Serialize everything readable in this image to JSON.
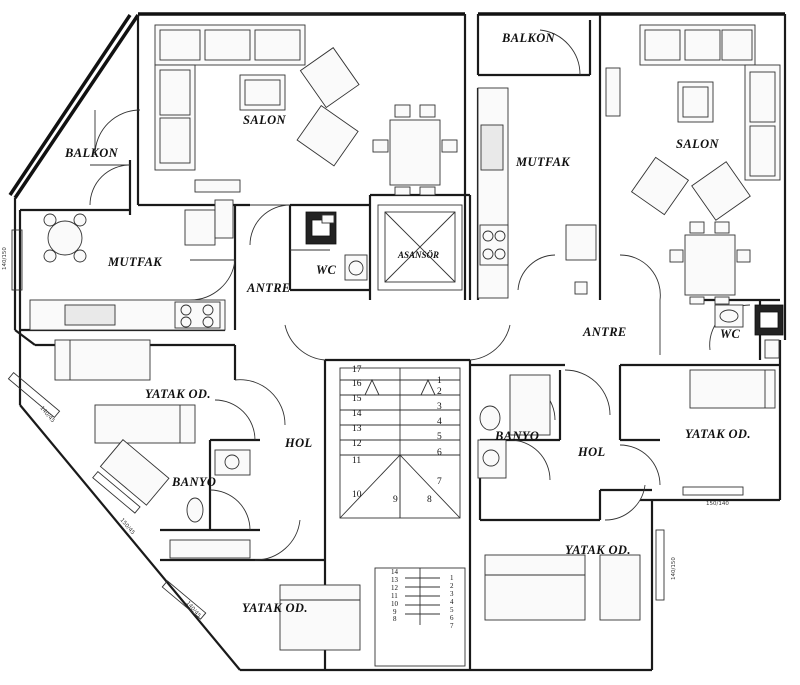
{
  "rooms": {
    "left_balkon": "BALKON",
    "left_salon": "SALON",
    "left_mutfak": "MUTFAK",
    "left_antre": "ANTRE",
    "left_wc": "WC",
    "asansor": "ASANSÖR",
    "left_yatak_1": "YATAK OD.",
    "left_hol": "HOL",
    "left_banyo": "BANYO",
    "left_yatak_2": "YATAK OD.",
    "right_balkon": "BALKON",
    "right_mutfak": "MUTFAK",
    "right_salon": "SALON",
    "right_antre": "ANTRE",
    "right_wc": "WC",
    "right_banyo": "BANYO",
    "right_hol": "HOL",
    "right_yatak_1": "YATAK OD.",
    "right_yatak_2": "YATAK OD."
  },
  "stairs": {
    "upper": [
      "1",
      "2",
      "3",
      "4",
      "5",
      "6",
      "7",
      "8",
      "9",
      "10",
      "11",
      "12",
      "13",
      "14",
      "15",
      "16",
      "17"
    ],
    "lower": [
      "1",
      "2",
      "3",
      "4",
      "5",
      "6",
      "7",
      "8",
      "9",
      "10",
      "11",
      "12",
      "13",
      "14"
    ]
  },
  "window_tags": {
    "w1": "140/150",
    "w2": "140/45",
    "w3": "150/45",
    "w4": "140/45",
    "w5": "150/140",
    "w6": "140/150"
  },
  "colors": {
    "wall": "#1a1a1a",
    "line": "#333333",
    "fixture": "#222222"
  }
}
